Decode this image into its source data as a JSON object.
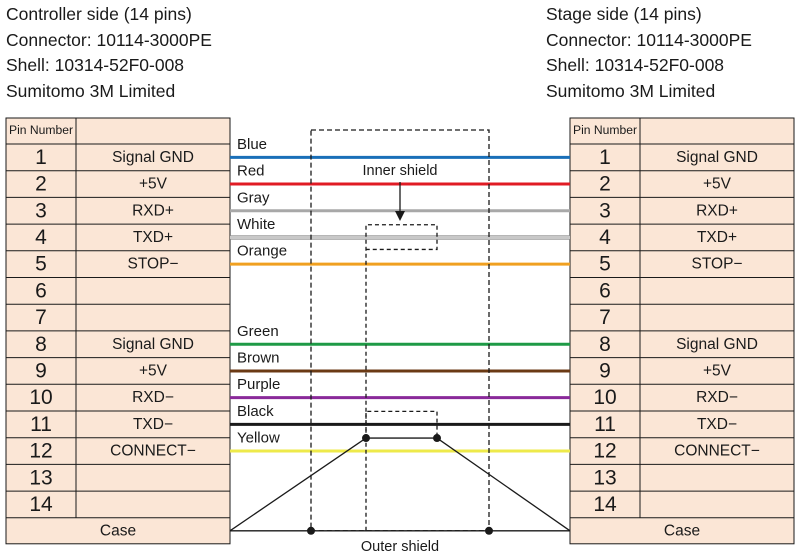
{
  "left_header": {
    "side": "Controller side (14 pins)",
    "connector": "Connector: 10114-3000PE",
    "shell": "Shell: 10314-52F0-008",
    "maker": "Sumitomo 3M Limited"
  },
  "right_header": {
    "side": "Stage side (14 pins)",
    "connector": "Connector: 10114-3000PE",
    "shell": "Shell: 10314-52F0-008",
    "maker": "Sumitomo 3M Limited"
  },
  "table": {
    "pin_header": "Pin Number",
    "case_label": "Case",
    "rows": [
      {
        "pin": "1",
        "signal": "Signal GND"
      },
      {
        "pin": "2",
        "signal": "+5V"
      },
      {
        "pin": "3",
        "signal": "RXD+"
      },
      {
        "pin": "4",
        "signal": "TXD+"
      },
      {
        "pin": "5",
        "signal": "STOP−"
      },
      {
        "pin": "6",
        "signal": ""
      },
      {
        "pin": "7",
        "signal": ""
      },
      {
        "pin": "8",
        "signal": "Signal GND"
      },
      {
        "pin": "9",
        "signal": "+5V"
      },
      {
        "pin": "10",
        "signal": "RXD−"
      },
      {
        "pin": "11",
        "signal": "TXD−"
      },
      {
        "pin": "12",
        "signal": "CONNECT−"
      },
      {
        "pin": "13",
        "signal": ""
      },
      {
        "pin": "14",
        "signal": ""
      }
    ]
  },
  "wires": [
    {
      "name": "Blue",
      "pin": 1,
      "color": "#1a6fb8"
    },
    {
      "name": "Red",
      "pin": 2,
      "color": "#e01b24"
    },
    {
      "name": "Gray",
      "pin": 3,
      "color": "#a8a8a8"
    },
    {
      "name": "White",
      "pin": 4,
      "color": "#c8c8c8"
    },
    {
      "name": "Orange",
      "pin": 5,
      "color": "#f0a020"
    },
    {
      "name": "Green",
      "pin": 8,
      "color": "#1e9a46"
    },
    {
      "name": "Brown",
      "pin": 9,
      "color": "#6b3a14"
    },
    {
      "name": "Purple",
      "pin": 10,
      "color": "#8a2a9a"
    },
    {
      "name": "Black",
      "pin": 11,
      "color": "#1a1a1a"
    },
    {
      "name": "Yellow",
      "pin": 12,
      "color": "#eeea4a"
    }
  ],
  "labels": {
    "inner_shield": "Inner shield",
    "outer_shield": "Outer shield"
  },
  "colors": {
    "table_fill": "#fbe6d6",
    "table_border": "#1a1a1a",
    "text": "#1a1a1a"
  }
}
